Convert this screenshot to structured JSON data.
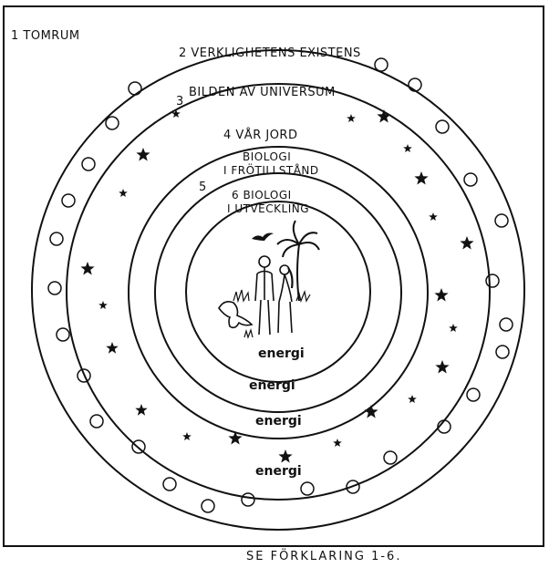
{
  "labels": {
    "tomrum": "1  TOMRUM",
    "verklighetens": "2 VERKLIGHETENS EXISTENS",
    "bilden": "BILDEN AV UNIVERSUM",
    "bilden_num": "3",
    "jord": "4 VÅR JORD",
    "biologi_vila_1": "BIOLOGI",
    "biologi_vila_2": "I FRÖTILLSTÅND",
    "biologi_vila_num": "5",
    "biologi_utv_1": "6 BIOLOGI",
    "biologi_utv_2": "I UTVECKLING"
  },
  "energy": {
    "e1": "energi",
    "e2": "energi",
    "e3": "energi",
    "e4": "energi"
  },
  "caption": "SE FÖRKLARING  1-6.",
  "icons": {
    "small_circles": "circle-icon",
    "stars": "star-icon",
    "figures": "adam-eve-illustration",
    "palm": "palm-tree-icon",
    "bird": "bird-icon",
    "dinosaur": "dinosaur-icon"
  }
}
